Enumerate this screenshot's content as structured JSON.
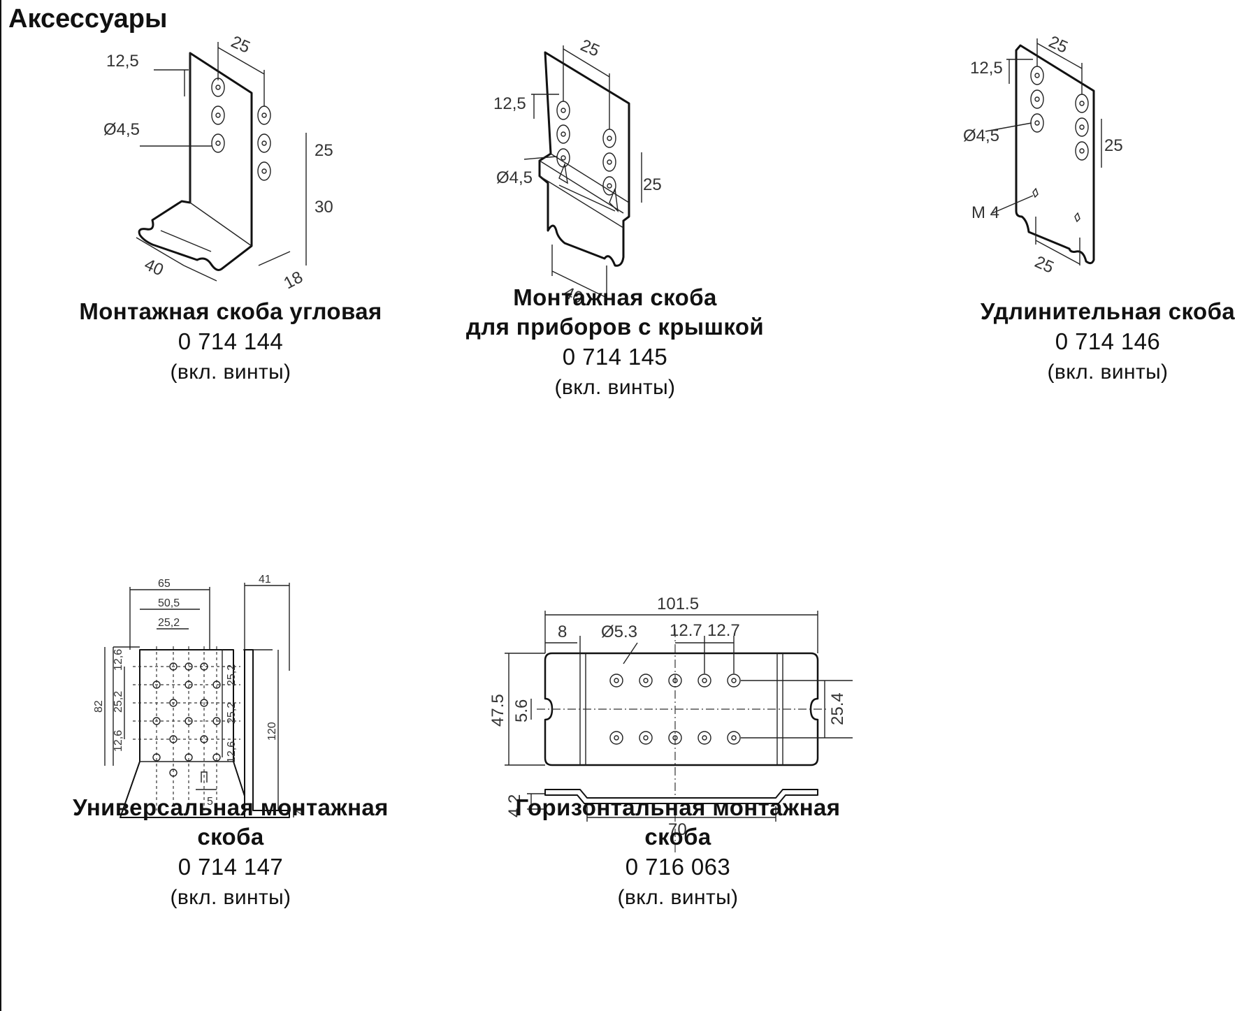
{
  "page": {
    "title": "Аксессуары"
  },
  "products": [
    {
      "name_lines": [
        "Монтажная скоба угловая"
      ],
      "code": "0 714 144",
      "note": "(вкл. винты)",
      "dims": {
        "pitch_a": "25",
        "offset": "12,5",
        "hole": "Ø4,5",
        "pitch_b": "25",
        "height": "30",
        "width": "40",
        "depth": "18"
      }
    },
    {
      "name_lines": [
        "Монтажная скоба",
        "для приборов с крышкой"
      ],
      "code": "0 714 145",
      "note": "(вкл. винты)",
      "dims": {
        "pitch_a": "25",
        "offset": "12,5",
        "hole": "Ø4,5",
        "pitch_b": "25",
        "width": "40"
      }
    },
    {
      "name_lines": [
        "Удлинительная скоба"
      ],
      "code": "0 714 146",
      "note": "(вкл. винты)",
      "dims": {
        "pitch_a": "25",
        "offset": "12,5",
        "hole": "Ø4,5",
        "pitch_b": "25",
        "thread": "M 4",
        "pitch_c": "25"
      }
    },
    {
      "name_lines": [
        "Универсальная монтажная",
        "скоба"
      ],
      "code": "0 714 147",
      "note": "(вкл. винты)",
      "dims": {
        "w65": "65",
        "w50": "50,5",
        "w25": "25,2",
        "h82": "82",
        "v126a": "12,6",
        "v252a": "25,2",
        "v126b": "12,6",
        "r252a": "25,2",
        "r252b": "25,2",
        "r126": "12,6",
        "slot": "5",
        "d41": "41",
        "h120": "120",
        "t4": "4"
      }
    },
    {
      "name_lines": [
        "Горизонтальная монтажная",
        "скоба"
      ],
      "code": "0 716 063",
      "note": "(вкл. винты)",
      "dims": {
        "length": "101.5",
        "edge": "8",
        "hole": "Ø5.3",
        "pitch1": "12.7",
        "pitch2": "12.7",
        "height": "47.5",
        "slot": "5.6",
        "rows": "25.4",
        "thickness": "4.2",
        "base": "70"
      }
    }
  ]
}
